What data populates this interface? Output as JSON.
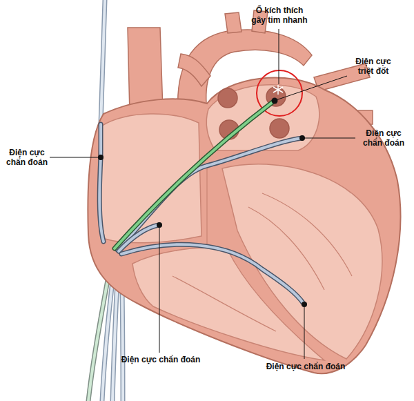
{
  "diagram": {
    "labels": [
      "Ổ kích thích gây tim nhanh",
      "Điện cực triệt đốt",
      "Điện cực chẩn đoán",
      "Điện cực chẩn đoán",
      "Điện cực chẩn đoán",
      "Điện cực chẩn đoán"
    ]
  }
}
